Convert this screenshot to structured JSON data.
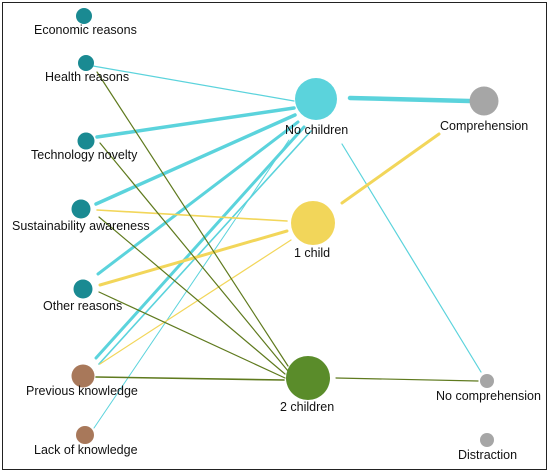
{
  "colors": {
    "teal": "#1a8a92",
    "brown": "#a8785a",
    "cyan": "#5bd3dc",
    "yellow": "#f2d65a",
    "green": "#5a8c2a",
    "grey": "#a6a6a6",
    "olive_edge": "#5f7a1e"
  },
  "nodes": {
    "economic": {
      "label": "Economic reasons"
    },
    "health": {
      "label": "Health reasons"
    },
    "technology": {
      "label": "Technology novelty"
    },
    "sustainability": {
      "label": "Sustainability awareness"
    },
    "other": {
      "label": "Other reasons"
    },
    "previous": {
      "label": "Previous knowledge"
    },
    "lack": {
      "label": "Lack of knowledge"
    },
    "no_children": {
      "label": "No children"
    },
    "one_child": {
      "label": "1 child"
    },
    "two_children": {
      "label": "2 children"
    },
    "comprehension": {
      "label": "Comprehension"
    },
    "no_comprehension": {
      "label": "No comprehension"
    },
    "distraction": {
      "label": "Distraction"
    }
  }
}
